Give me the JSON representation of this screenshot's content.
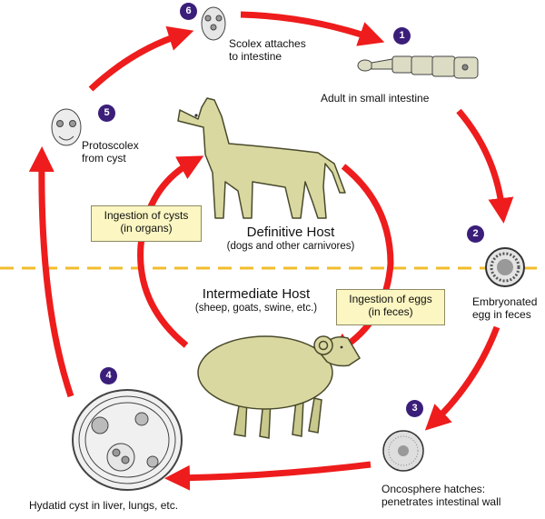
{
  "stages": [
    {
      "number": "1",
      "label": [
        "Adult in small intestine"
      ]
    },
    {
      "number": "2",
      "label": [
        "Embryonated",
        "egg in feces"
      ]
    },
    {
      "number": "3",
      "label": [
        "Oncosphere hatches:",
        "penetrates intestinal wall"
      ]
    },
    {
      "number": "4",
      "label": [
        "Hydatid cyst in liver, lungs, etc."
      ]
    },
    {
      "number": "5",
      "label": [
        "Protoscolex",
        "from cyst"
      ]
    },
    {
      "number": "6",
      "label": [
        "Scolex attaches",
        "to intestine"
      ]
    }
  ],
  "definitive_host": {
    "title": "Definitive Host",
    "subtitle": "(dogs and other carnivores)"
  },
  "intermediate_host": {
    "title": "Intermediate Host",
    "subtitle": "(sheep, goats, swine, etc.)"
  },
  "transmission_boxes": {
    "cysts": [
      "Ingestion of cysts",
      "(in organs)"
    ],
    "eggs": [
      "Ingestion of eggs",
      "(in feces)"
    ]
  },
  "colors": {
    "arrow": "#ee1c1c",
    "divider": "#f2bd2c",
    "badge": "#3a1e7a",
    "box_fill": "#fbf6c2",
    "animal_fill": "#d8d8a0"
  },
  "icons": [
    "dog-illustration",
    "sheep-illustration",
    "adult-tapeworm-icon",
    "egg-icon",
    "oncosphere-icon",
    "hydatid-cyst-icon",
    "protoscolex-icon",
    "scolex-icon"
  ]
}
